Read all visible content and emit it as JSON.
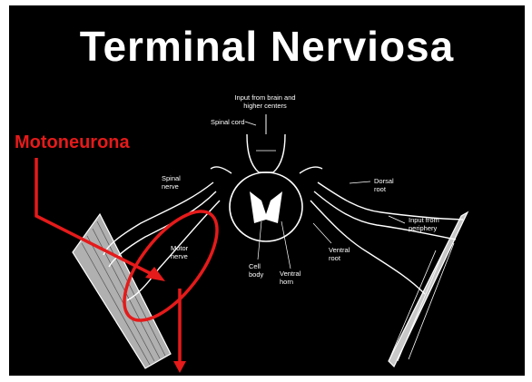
{
  "slide": {
    "title": "Terminal Nerviosa",
    "highlight_label": "Motoneurona",
    "highlight_color": "#e51a1a"
  },
  "diagram": {
    "labels": {
      "input_brain_1": "Input from brain and",
      "input_brain_2": "higher centers",
      "spinal_cord": "Spinal cord",
      "spinal_nerve_1": "Spinal",
      "spinal_nerve_2": "nerve",
      "dorsal_root_1": "Dorsal",
      "dorsal_root_2": "root",
      "input_periphery_1": "Input from",
      "input_periphery_2": "periphery",
      "motor_nerve_1": "Motor",
      "motor_nerve_2": "nerve",
      "ventral_root_1": "Ventral",
      "ventral_root_2": "root",
      "cell_body_1": "Cell",
      "cell_body_2": "body",
      "ventral_horn_1": "Ventral",
      "ventral_horn_2": "horn"
    }
  }
}
